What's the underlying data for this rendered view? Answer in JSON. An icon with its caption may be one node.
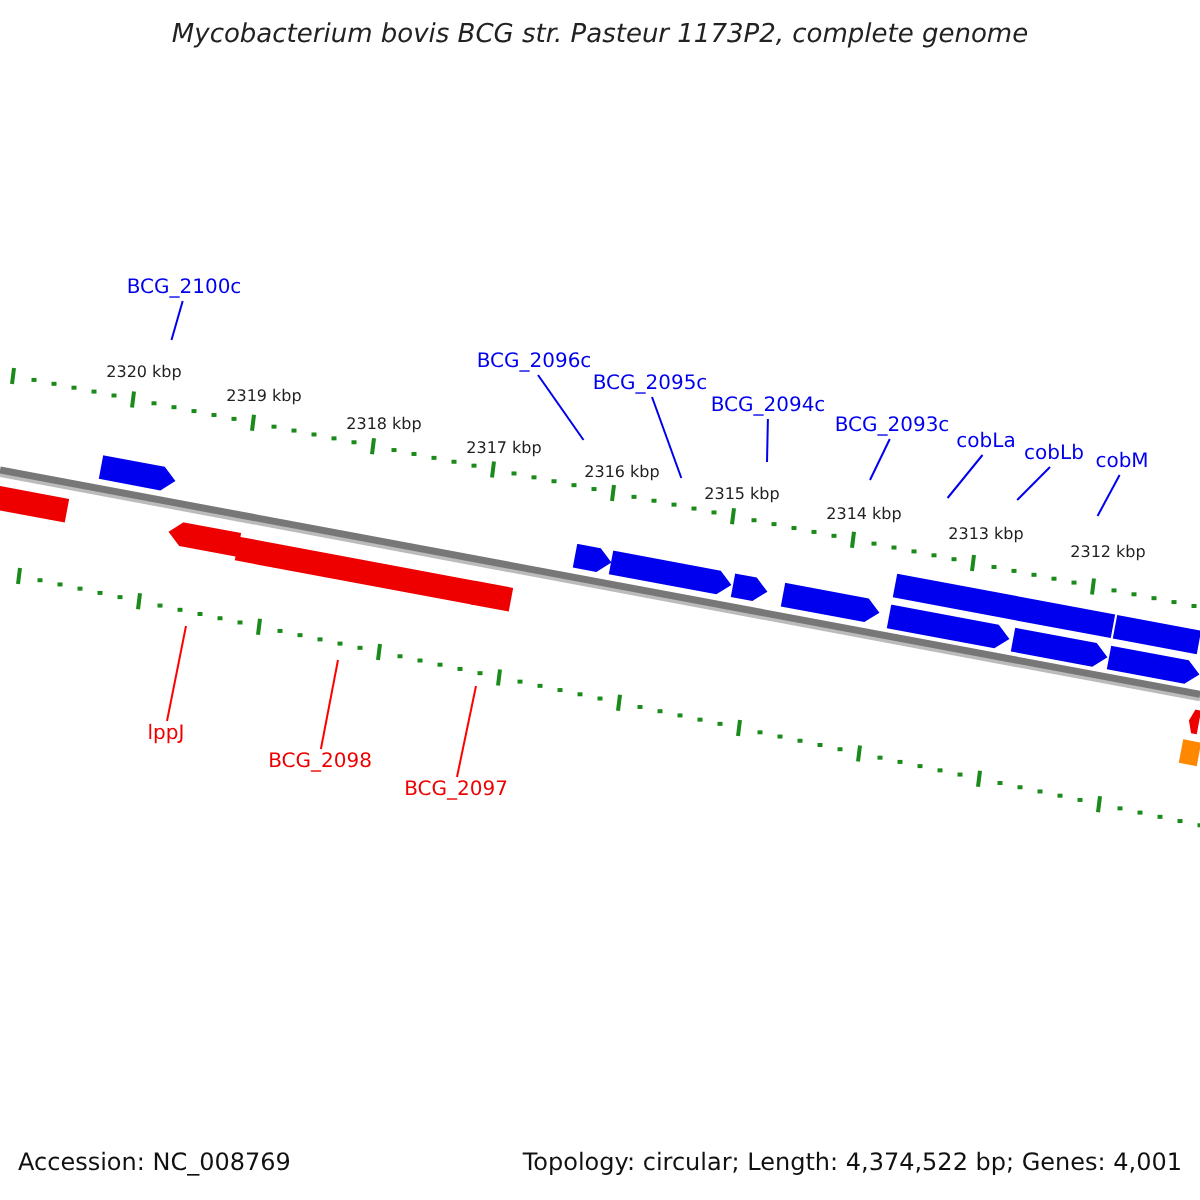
{
  "diagram": {
    "title": "Mycobacterium bovis BCG str. Pasteur 1173P2, complete genome",
    "nodes": [
      {
        "text": [
          "BCG_2100c"
        ]
      },
      {
        "text": [
          "BCG_2096c"
        ]
      },
      {
        "text": [
          "BCG_2095c"
        ]
      },
      {
        "text": [
          "BCG_2094c"
        ]
      },
      {
        "text": [
          "BCG_2093c"
        ]
      },
      {
        "text": [
          "cobLa"
        ]
      },
      {
        "text": [
          "cobLb"
        ]
      },
      {
        "text": [
          "cobM"
        ]
      },
      {
        "text": [
          "lppJ"
        ]
      },
      {
        "text": [
          "BCG_2098"
        ]
      },
      {
        "text": [
          "BCG_2097"
        ]
      }
    ],
    "edges": [
      {
        "from": 0,
        "to": null,
        "arrow": "none"
      },
      {
        "from": 1,
        "to": null,
        "arrow": "none"
      },
      {
        "from": 2,
        "to": null,
        "arrow": "none"
      },
      {
        "from": 3,
        "to": null,
        "arrow": "none"
      },
      {
        "from": 4,
        "to": null,
        "arrow": "none"
      },
      {
        "from": 5,
        "to": null,
        "arrow": "none"
      },
      {
        "from": 6,
        "to": null,
        "arrow": "none"
      },
      {
        "from": 7,
        "to": null,
        "arrow": "none"
      },
      {
        "from": 8,
        "to": null,
        "arrow": "none",
        "color": "#ff0000"
      },
      {
        "from": 9,
        "to": null,
        "arrow": "none",
        "color": "#ff0000"
      },
      {
        "from": 10,
        "to": null,
        "arrow": "none",
        "color": "#ff0000"
      }
    ],
    "labels": [
      "2320 kbp",
      "2319 kbp",
      "2318 kbp",
      "2317 kbp",
      "2316 kbp",
      "2315 kbp",
      "2314 kbp",
      "2313 kbp",
      "2312 kbp",
      "Accession: NC_008769",
      "Topology: circular; Length: 4,374,522 bp; Genes: 4,001"
    ]
  }
}
